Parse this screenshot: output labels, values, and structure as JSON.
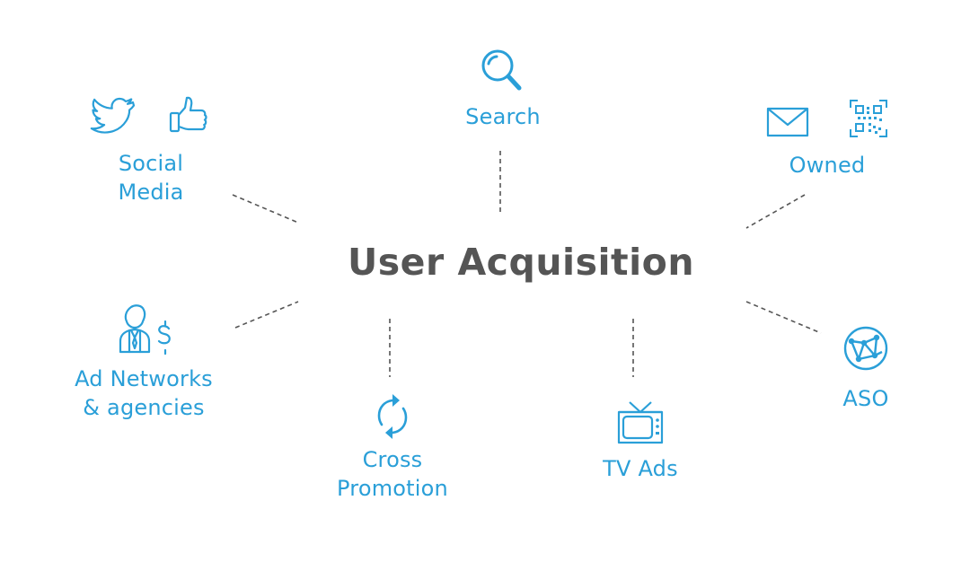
{
  "colors": {
    "accent": "#2a9fd8",
    "title": "#555555",
    "connector": "#555555",
    "background": "#ffffff"
  },
  "title": "User Acquisition",
  "nodes": {
    "search": {
      "label": "Search",
      "icon": "magnifier-icon"
    },
    "social": {
      "label_line1": "Social",
      "label_line2": "Media",
      "icons": [
        "twitter-bird-icon",
        "thumbs-up-icon"
      ]
    },
    "owned": {
      "label": "Owned",
      "icons": [
        "envelope-icon",
        "qr-code-icon"
      ]
    },
    "ad_networks": {
      "label_line1": "Ad Networks",
      "label_line2": "& agencies",
      "icon": "businessman-dollar-icon"
    },
    "cross_promotion": {
      "label_line1": "Cross",
      "label_line2": "Promotion",
      "icon": "refresh-arrows-icon"
    },
    "tv_ads": {
      "label": "TV Ads",
      "icon": "television-icon"
    },
    "aso": {
      "label": "ASO",
      "icon": "network-globe-icon"
    }
  }
}
